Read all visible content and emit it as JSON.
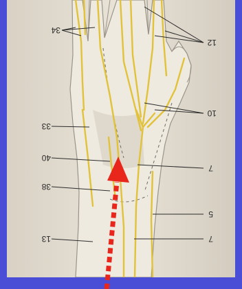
{
  "figure": {
    "labels": {
      "l34": "34",
      "l12": "12",
      "l10": "10",
      "l33": "33",
      "l40": "40",
      "l7a": "7",
      "l38": "38",
      "l5": "5",
      "l13": "13",
      "l7b": "7"
    },
    "colors": {
      "background": "#4a4ed6",
      "paper": "#e2dbce",
      "hand": "#f0ebe2",
      "nerve": "#e1c23a",
      "arrow": "#e8261c"
    }
  }
}
